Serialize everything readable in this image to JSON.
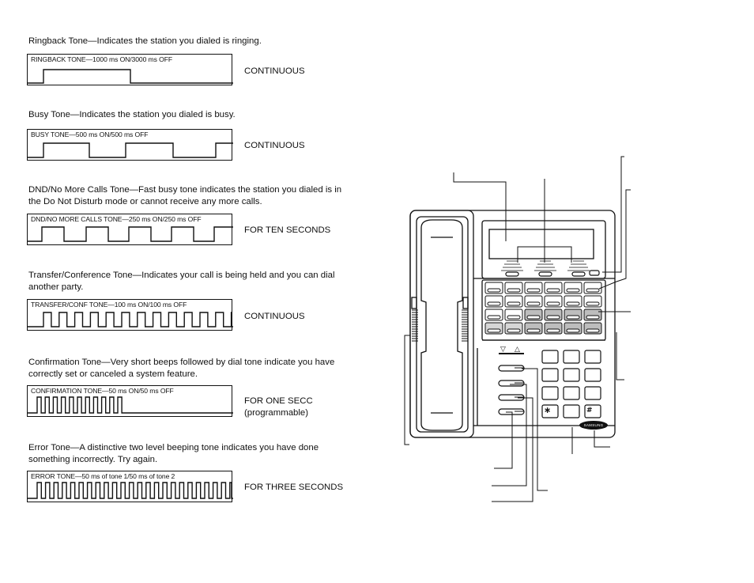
{
  "tones": [
    {
      "description": "Ringback Tone—Indicates the station you dialed is ringing.",
      "box_label": "RINGBACK TONE—1000 ms ON/3000 ms OFF",
      "duration": "CONTINUOUS"
    },
    {
      "description": "Busy Tone—Indicates the station you dialed is busy.",
      "box_label": "BUSY TONE—500 ms ON/500 ms OFF",
      "duration": "CONTINUOUS"
    },
    {
      "description": "DND/No More Calls Tone—Fast busy tone indicates the station you dialed is in the Do Not Disturb mode or cannot receive any more calls.",
      "box_label": "DND/NO MORE CALLS TONE—250 ms ON/250 ms OFF",
      "duration": "FOR TEN SECONDS"
    },
    {
      "description": "Transfer/Conference Tone—Indicates your call is being held and you can dial another party.",
      "box_label": "TRANSFER/CONF TONE—100 ms ON/100 ms OFF",
      "duration": "CONTINUOUS"
    },
    {
      "description": "Confirmation Tone—Very short beeps followed by dial tone indicate you have correctly set or canceled a system feature.",
      "box_label": "CONFIRMATION TONE—50 ms ON/50 ms OFF",
      "duration": "FOR ONE SECC",
      "duration_note": "(programmable)"
    },
    {
      "description": "Error Tone—A distinctive two level beeping tone indicates you have done something incorrectly. Try again.",
      "box_label": "ERROR TONE—50 ms of tone 1/50 ms of tone 2",
      "duration": "FOR THREE SECONDS"
    }
  ],
  "phone": {
    "logo": "SAMSUNG",
    "keypad": {
      "star": "∗",
      "hash": "#"
    },
    "volume": {
      "down": "▽",
      "up": "△"
    }
  }
}
